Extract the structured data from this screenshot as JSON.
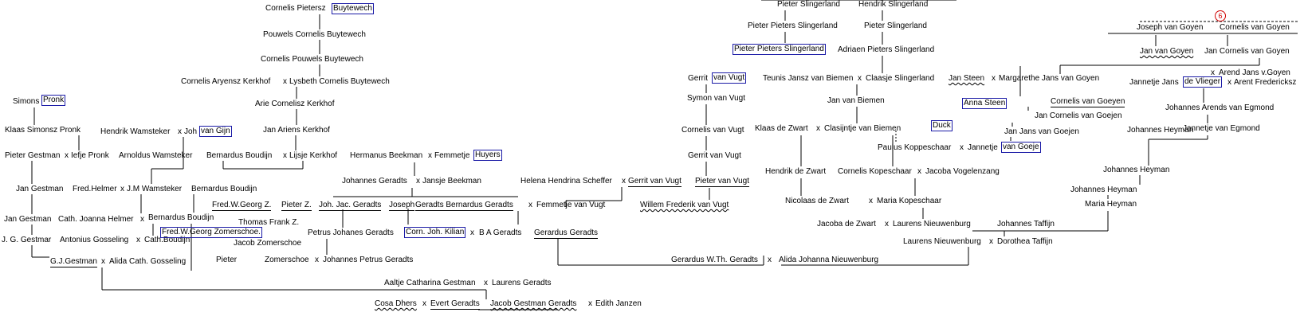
{
  "badge": "6",
  "people": {
    "cornelis_pietersz": "Cornelis Pietersz",
    "buytewech": "Buytewech",
    "pouwels": "Pouwels Cornelis Buytewech",
    "cornelis_pouwels": "Cornelis Pouwels Buytewech",
    "cornelis_aryensz": "Cornelis Aryensz Kerkhof",
    "lysbeth": "Lysbeth Cornelis Buytewech",
    "arie": "Arie Cornelisz Kerkhof",
    "jan_ariens": "Jan Ariens Kerkhof",
    "bernardus_boudijn": "Bernardus Boudijn",
    "lijsje": "Lijsje Kerkhof",
    "bernardus_boudijn2": "Bernardus Boudijn",
    "simons": "Simons",
    "pronk": "Pronk",
    "klaas_simonsz": "Klaas Simonsz Pronk",
    "hendrik_wamsteker": "Hendrik Wamsteker",
    "joh": "Joh",
    "van_gijn": "van Gijn",
    "arnoldus": "Arnoldus Wamsteker",
    "pieter_gestman": "Pieter Gestman",
    "iefje": "Iefje Pronk",
    "jan_gestman1": "Jan Gestman",
    "fred_helmer": "Fred.Helmer",
    "jm_wamsteker": "J.M Wamsteker",
    "jan_gestman2": "Jan Gestman",
    "cath_joanna": "Cath. Joanna Helmer",
    "bernardus_boudijn3": "Bernardus Boudijn",
    "jg_gestmar": "J. G. Gestmar",
    "antonius": "Antonius Gosseling",
    "cath_boudijn": "Cath.Boudijn",
    "gj_gestman": "G.J.Gestman",
    "alida_cath": "Alida Cath. Gosseling",
    "fred_wg1": "Fred.W.Georg Z.",
    "pieter_z": "Pieter Z.",
    "thomas": "Thomas Frank Z.",
    "fred_wg2": "Fred.W.Georg Zomerschoe.",
    "jacob_zomerschoe": "Jacob Zomerschoe",
    "pieter": "Pieter",
    "zomerschoe": "Zomerschoe",
    "johannes_petrus": "Johannes Petrus Geradts",
    "hermanus": "Hermanus Beekman",
    "femmetje_h": "Femmetje",
    "huyers": "Huyers",
    "johannes_geradts": "Johannes Geradts",
    "jansje": "Jansje Beekman",
    "joh_jac": "Joh. Jac. Geradts",
    "joseph": "Joseph",
    "geradts_bernardus": "Geradts Bernardus Geradts",
    "femmetje_v": "Femmetje van Vugt",
    "petrus": "Petrus Johanes Geradts",
    "corn_joh": "Corn. Joh. Kilian",
    "b_a": "B A Geradts",
    "gerardus": "Gerardus Geradts",
    "helena": "Helena Hendrina Scheffer",
    "gerrit_v1": "Gerrit van Vugt",
    "pieter_v": "Pieter van Vugt",
    "willem": "Willem Frederik van Vugt",
    "gerrit": "Gerrit",
    "van_vugt": "van Vugt",
    "symon": "Symon van Vugt",
    "cornelis_v": "Cornelis van Vugt",
    "gerrit_v2": "Gerrit van Vugt",
    "pieter_sl": "Pieter Slingerland",
    "hendrik_sl": "Hendrik Slingerland",
    "pieter_pieters_sl": "Pieter Pieters Slingerland",
    "pieter_sl2": "Pieter Slingerland",
    "pieter_pieters_sl_box": "Pieter Pieters Slingerland",
    "adriaen": "Adriaen Pieters Slingerland",
    "teunis": "Teunis Jansz van Biemen",
    "claasje": "Claasje Slingerland",
    "jan_biemen": "Jan van Biemen",
    "klaas_zwart": "Klaas de Zwart",
    "clasijntje": "Clasijntje van Biemen",
    "hendrik_zwart": "Hendrik de Zwart",
    "cornelis_kop": "Cornelis Kopeschaar",
    "jacoba_v": "Jacoba Vogelenzang",
    "nicolaas": "Nicolaas de Zwart",
    "maria_kop": "Maria Kopeschaar",
    "jacoba_z": "Jacoba de Zwart",
    "laurens_n": "Laurens Nieuwenburg",
    "laurens_n2": "Laurens Nieuwenburg",
    "dorothea": "Dorothea Taffijn",
    "johannes_taffijn": "Johannes Taffijn",
    "gerardus_w": "Gerardus W.Th. Geradts",
    "alida_n": "Alida Johanna Nieuwenburg",
    "aaltje": "Aaltje Catharina Gestman",
    "laurens_g": "Laurens Geradts",
    "cosa": "Cosa Dhers",
    "evert": "Evert Geradts",
    "jacob_g": "Jacob Gestman Geradts",
    "edith": "Edith Janzen",
    "anna": "Anna Steen",
    "duck": "Duck",
    "paulus": "Paulus Koppeschaar",
    "jannetje_g": "Jannetje",
    "van_goeje": "van Goeje",
    "jan_jans_goejen": "Jan Jans van Goejen",
    "jan_corn_goejen": "Jan Cornelis van Goejen",
    "cornelis_goeyen": "Cornelis van Goeyen",
    "jan_steen": "Jan Steen",
    "margarethe": "Margarethe Jans van Goyen",
    "joseph_goyen": "Joseph van Goyen",
    "cornelis_goyen": "Cornelis van Goyen",
    "jan_goyen": "Jan van Goyen",
    "jan_corn_goyen": "Jan Cornelis van Goyen",
    "arend_goyen": "Arend Jans v.Goyen",
    "jannetje_jans": "Jannetje Jans",
    "de_vlieger": "de Vlieger",
    "arent_f": "Arent Fredericksz",
    "johannes_arends": "Johannes Arends van Egmond",
    "jannetje_egmond": "Jannetje van Egmond",
    "johannes_heyman1": "Johannes Heyman",
    "johannes_heyman2": "Johannes Heyman",
    "johannes_heyman3": "Johannes Heyman",
    "maria_heyman": "Maria Heyman"
  },
  "marriage_symbol": "x"
}
